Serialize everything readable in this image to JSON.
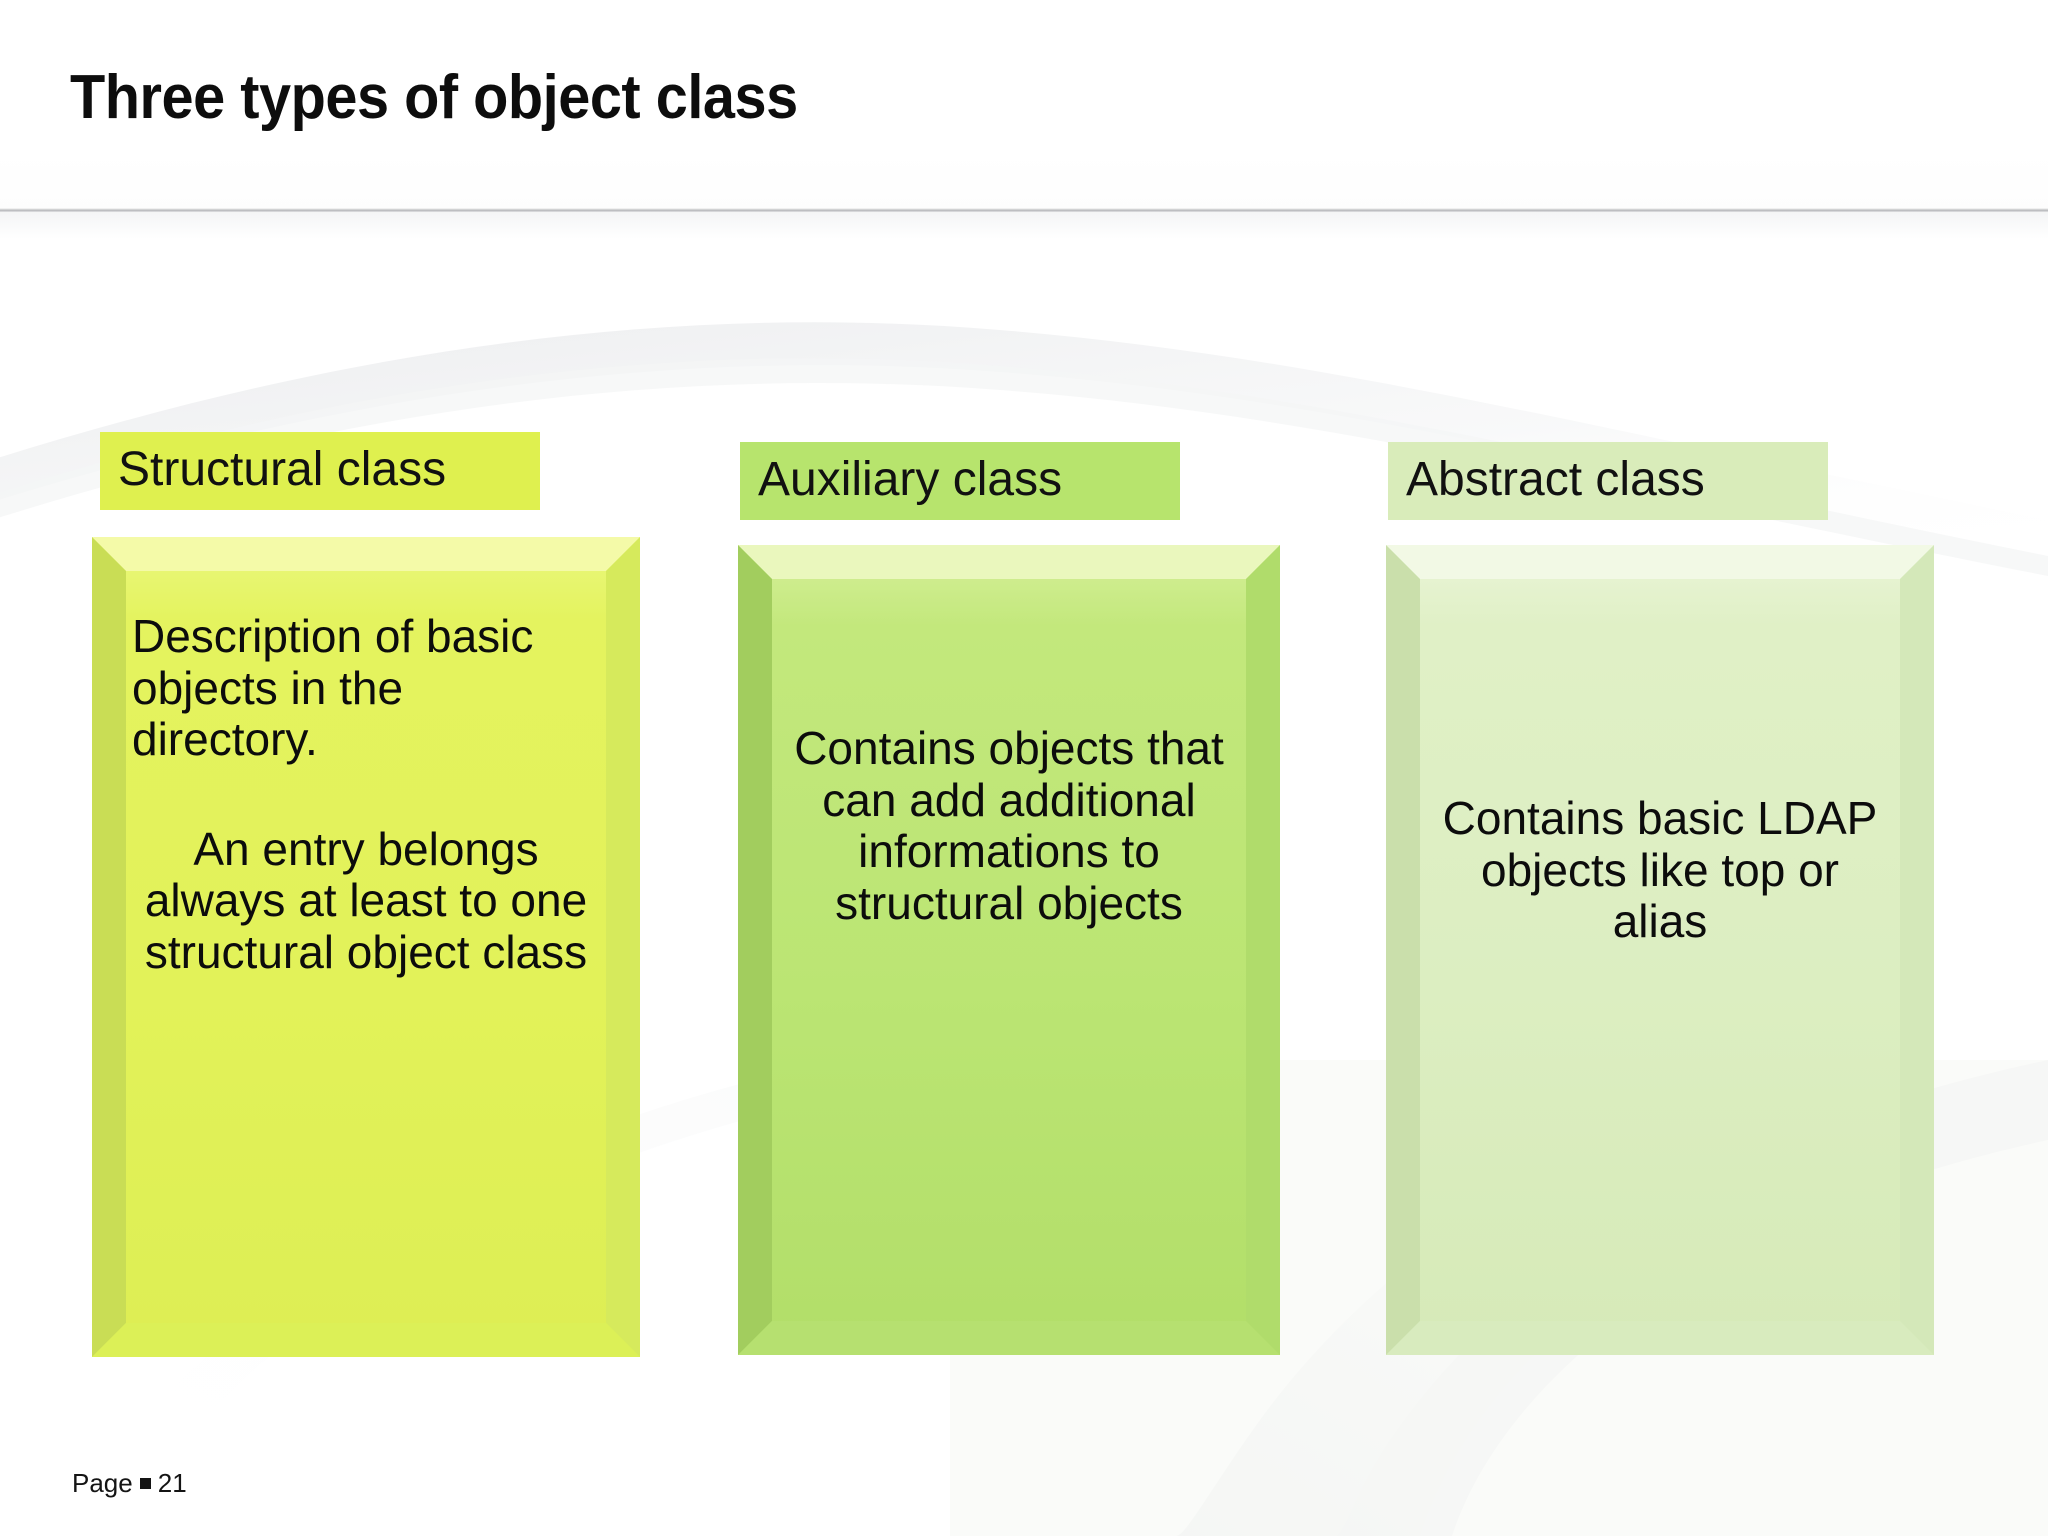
{
  "slide": {
    "title": "Three types of object class",
    "footer": {
      "prefix": "Page",
      "bullet": "square-bullet",
      "page_number": "21"
    },
    "background": {
      "color": "#ffffff",
      "decoration": "faint-swoosh-curves"
    },
    "header_rule_color": "#b9babd"
  },
  "columns": [
    {
      "label": "Structural class",
      "label_bg": "#dff04f",
      "box_fill": "#e2f259",
      "box_bevel_light": "#f6fbb0",
      "box_bevel_dark": "#c3d94a",
      "paragraphs": [
        {
          "text": "Description of basic objects in the directory.",
          "align": "left"
        },
        {
          "text": "An entry belongs always at least to one structural object class",
          "align": "center"
        }
      ]
    },
    {
      "label": "Auxiliary class",
      "label_bg": "#b7e46d",
      "box_fill": "#bbe573",
      "box_bevel_light": "#e9f6bd",
      "box_bevel_dark": "#9ecb58",
      "paragraphs": [
        {
          "text": "Contains objects that can add additional informations to structural objects",
          "align": "center"
        }
      ]
    },
    {
      "label": "Abstract class",
      "label_bg": "#d9ecba",
      "box_fill": "#dceec1",
      "box_bevel_light": "#f0f8e0",
      "box_bevel_dark": "#c6dda6",
      "paragraphs": [
        {
          "text": "Contains basic LDAP objects  like top or alias",
          "align": "center"
        }
      ]
    }
  ]
}
